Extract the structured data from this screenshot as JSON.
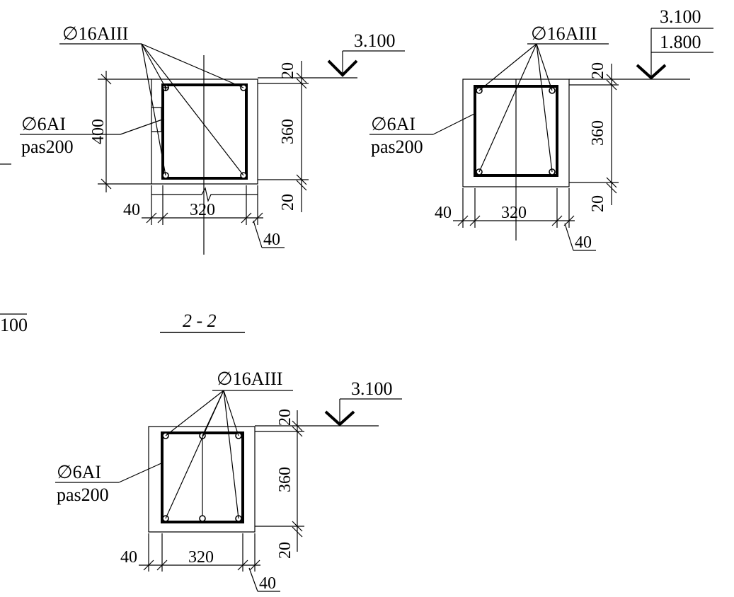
{
  "section_top_left": {
    "rebar_main": "∅16AIII",
    "elevation": "3.100",
    "stirrup": "∅6AI",
    "stirrup_spacing": "pas200",
    "dim_height": "400",
    "dim_top_cover": "20",
    "dim_core_height": "360",
    "dim_bottom_cover": "20",
    "dim_left_cover": "40",
    "dim_core_width": "320",
    "dim_right_cover": "40"
  },
  "section_top_right": {
    "rebar_main": "∅16AIII",
    "elevation_top": "3.100",
    "elevation_bottom": "1.800",
    "stirrup": "∅6AI",
    "stirrup_spacing": "pas200",
    "dim_top_cover": "20",
    "dim_core_height": "360",
    "dim_bottom_cover": "20",
    "dim_left_cover": "40",
    "dim_core_width": "320",
    "dim_right_cover": "40"
  },
  "section_bottom": {
    "title": "2 - 2",
    "rebar_main": "∅16AIII",
    "elevation": "3.100",
    "stirrup": "∅6AI",
    "stirrup_spacing": "pas200",
    "dim_top_cover": "20",
    "dim_core_height": "360",
    "dim_bottom_cover": "20",
    "dim_left_cover": "40",
    "dim_core_width": "320",
    "dim_right_cover": "40"
  },
  "fragment_label": "100"
}
